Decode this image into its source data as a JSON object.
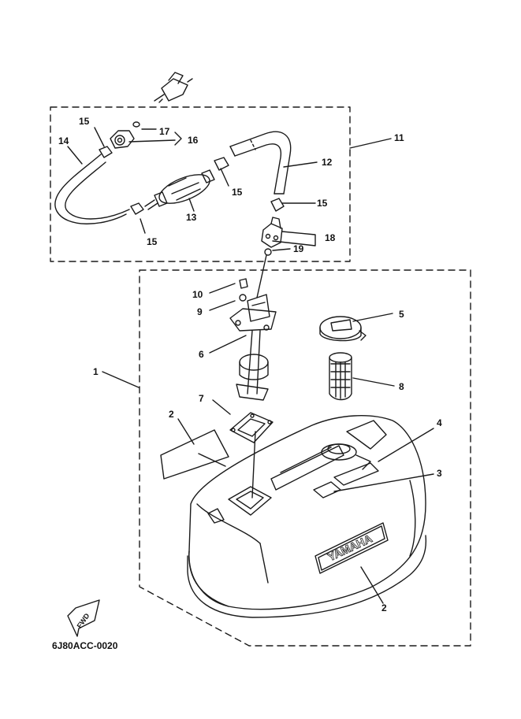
{
  "diagram_code": "6J80ACC-0020",
  "fwd_label": "FWD",
  "brand_label": "YAMAHA",
  "colors": {
    "line": "#1a1a1a",
    "background": "#ffffff"
  },
  "callouts": {
    "c1": "1",
    "c2a": "2",
    "c2b": "2",
    "c3": "3",
    "c4": "4",
    "c5": "5",
    "c6": "6",
    "c7": "7",
    "c8": "8",
    "c9": "9",
    "c10": "10",
    "c11": "11",
    "c12": "12",
    "c13": "13",
    "c14": "14",
    "c15a": "15",
    "c15b": "15",
    "c15c": "15",
    "c15d": "15",
    "c16": "16",
    "c17": "17",
    "c18": "18",
    "c19": "19"
  }
}
